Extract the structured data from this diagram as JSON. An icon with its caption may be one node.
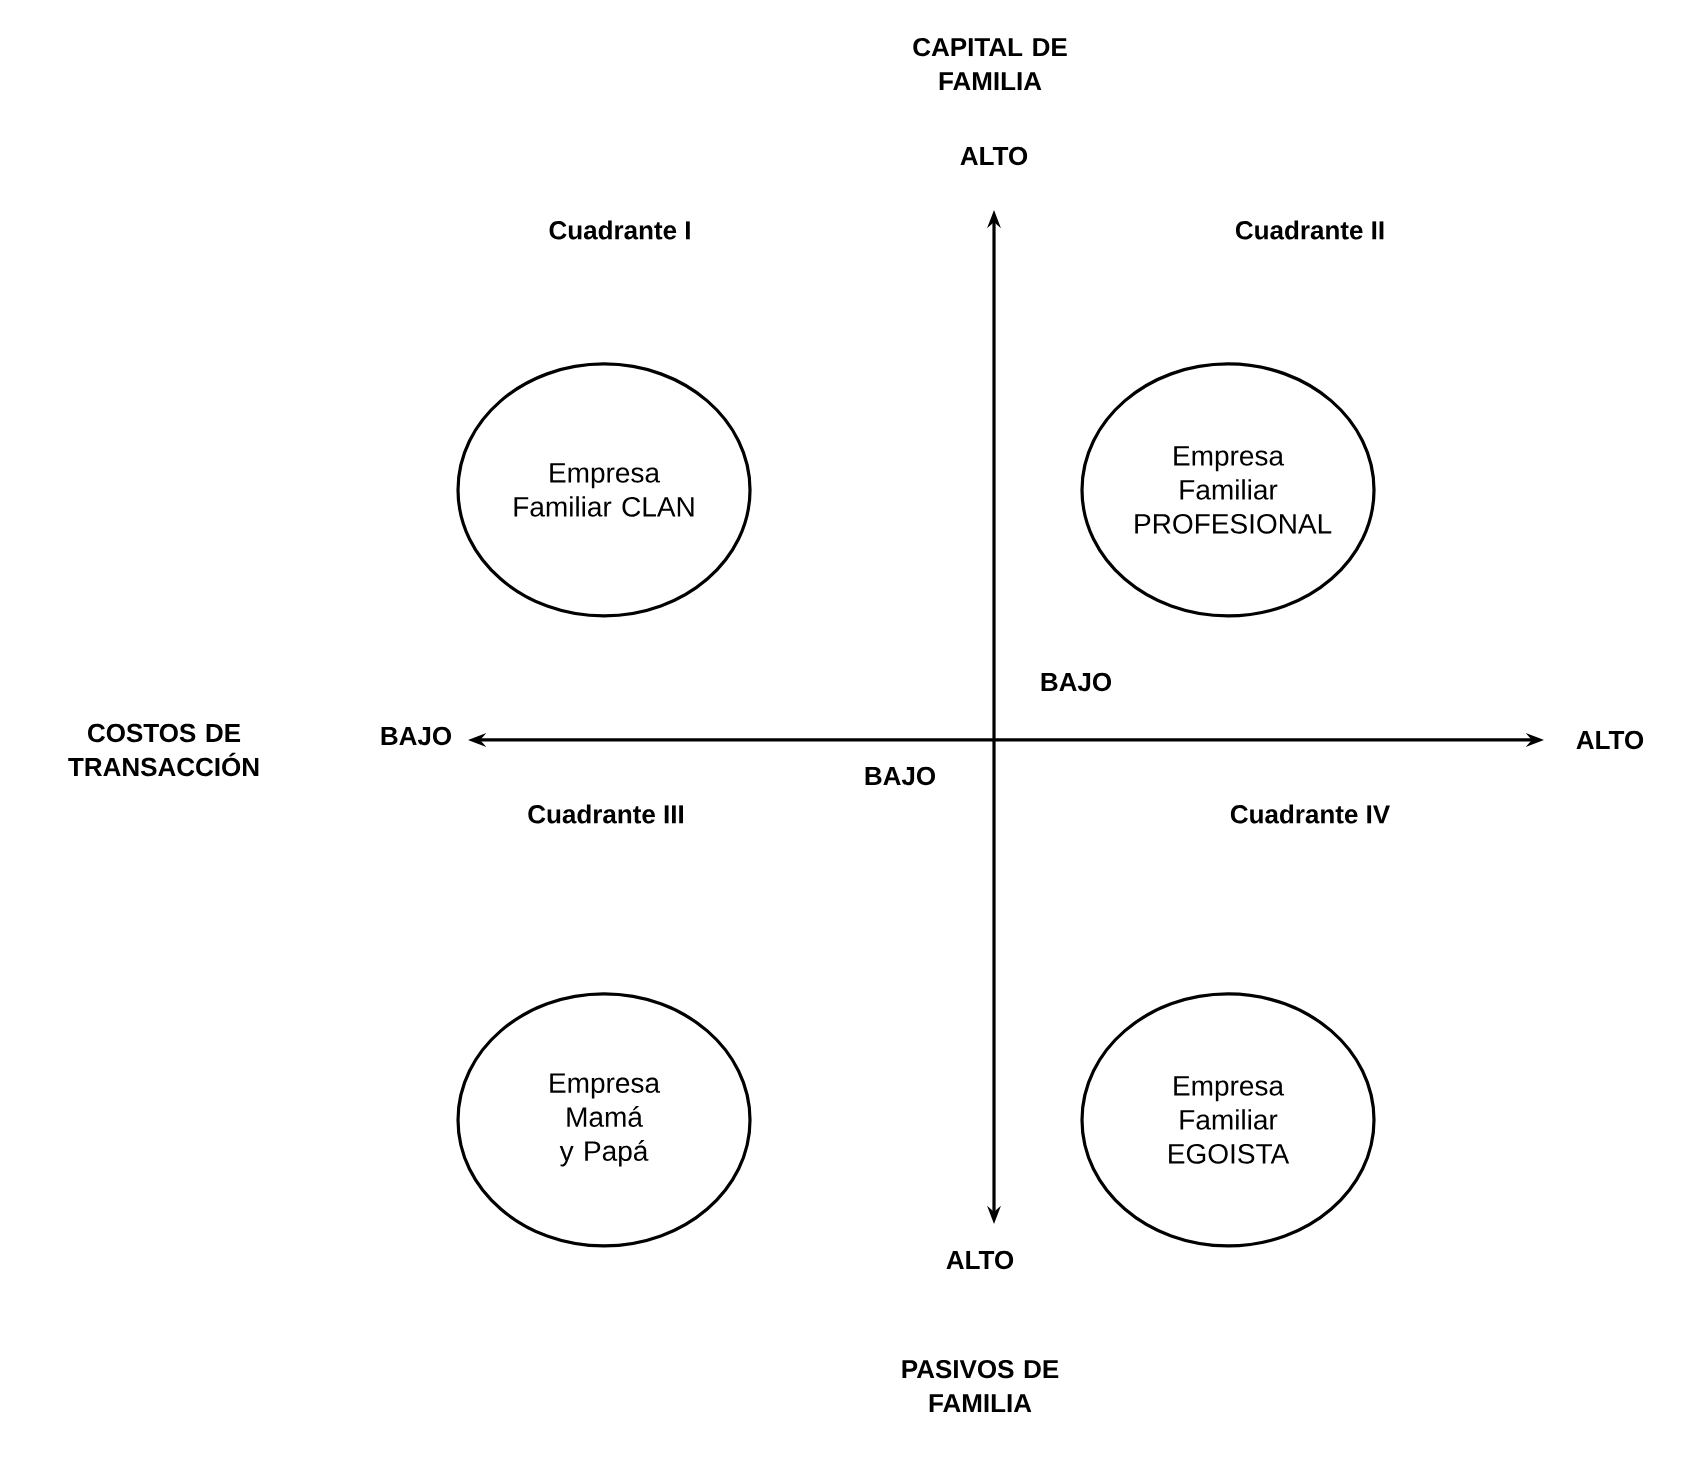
{
  "diagram": {
    "nodes": [
      {
        "text": [
          "Empresa Familiar CLAN"
        ]
      },
      {
        "text": [
          "Empresa Familiar PROFESIONAL"
        ]
      },
      {
        "text": [
          "Empresa Mamá y Papá"
        ]
      },
      {
        "text": [
          "Empresa Familiar EGOISTA"
        ]
      }
    ],
    "labels": [
      "CAPITAL DE FAMILIA",
      "ALTO",
      "Cuadrante I",
      "Cuadrante II",
      "BAJO",
      "COSTOS DE TRANSACCIÓN",
      "BAJO",
      "ALTO",
      "BAJO",
      "Cuadrante III",
      "Cuadrante IV",
      "ALTO",
      "PASIVOS DE FAMILIA"
    ]
  }
}
